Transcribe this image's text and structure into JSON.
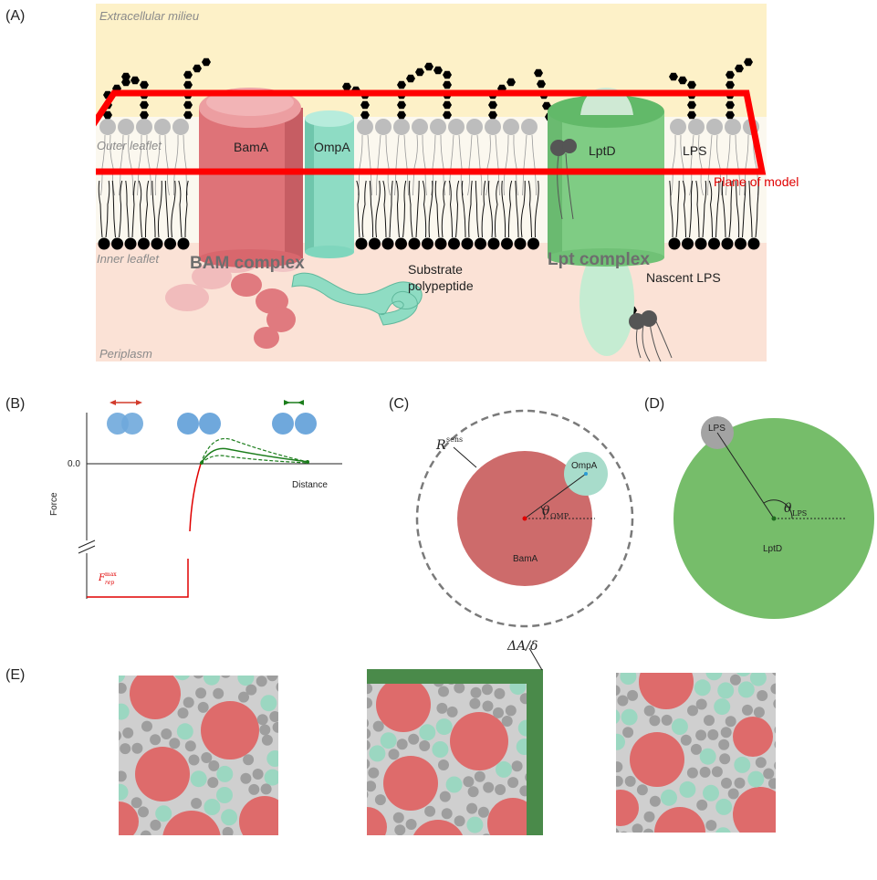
{
  "panel_labels": [
    "(A)",
    "(B)",
    "(C)",
    "(D)",
    "(E)"
  ],
  "panel_a": {
    "regions": {
      "extracellular": "Extracellular milieu",
      "outer_leaflet": "Outer leaflet",
      "inner_leaflet": "Inner leaflet",
      "periplasm": "Periplasm"
    },
    "proteins": {
      "bama": "BamA",
      "ompa": "OmpA",
      "lptd": "LptD",
      "lps": "LPS"
    },
    "complexes": {
      "bam": "BAM complex",
      "lpt": "Lpt complex"
    },
    "substrate_line1": "Substrate",
    "substrate_line2": "polypeptide",
    "nascent_lps": "Nascent LPS",
    "plane_of_model": "Plane of model",
    "colors": {
      "extracellular_bg": "#fdf1c8",
      "periplasm_bg": "#fbe2d6",
      "plane": "#ff0000",
      "bam": "#d9696f",
      "ompa": "#7fd6bd",
      "lpt": "#6cc26c"
    }
  },
  "panel_b": {
    "ylabel": "Force",
    "xlabel": "Distance",
    "zero_label": "0.0",
    "frep_symbol": "F",
    "frep_sup": "max",
    "frep_sub": "rep",
    "colors": {
      "repulsion": "#e00000",
      "attraction": "#1b7d1b",
      "bead": "#6fa8dc"
    }
  },
  "panel_c": {
    "big_label": "BamA",
    "small_label": "OmpA",
    "radius_symbol": "R",
    "radius_sup": "sens",
    "angle_symbol": "θ",
    "angle_sub": "OMP",
    "colors": {
      "bama": "#cd6b6b",
      "ompa": "#a8dccb"
    }
  },
  "panel_d": {
    "big_label": "LptD",
    "small_label": "LPS",
    "angle_symbol": "θ",
    "angle_sub": "LPS",
    "colors": {
      "lptd": "#76bd6a",
      "lps": "#a3a3a3"
    }
  },
  "panel_e": {
    "boundary_label": "ΔA/δ",
    "colors": {
      "bg": "#cfcfcf",
      "big": "#de6b6b",
      "medium": "#9bd7c1",
      "small": "#9e9e9e",
      "boundary": "#4a8a4a"
    }
  }
}
